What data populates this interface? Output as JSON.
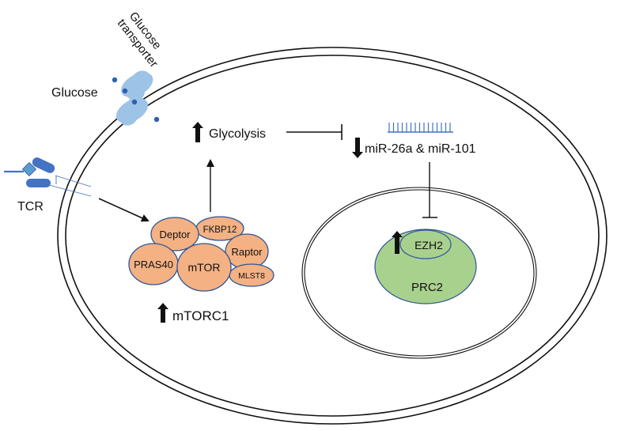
{
  "labels": {
    "glucose_transporter_line1": "Glucose",
    "glucose_transporter_line2": "transporter",
    "glucose": "Glucose",
    "tcr": "TCR",
    "glycolysis": "Glycolysis",
    "mirna": "miR-26a & miR-101",
    "mtorc1": "mTORC1",
    "ezh2": "EZH2",
    "prc2": "PRC2"
  },
  "mtorc1_complex": {
    "deptor": "Deptor",
    "fkbp12": "FKBP12",
    "raptor": "Raptor",
    "pras40": "PRAS40",
    "mtor": "mTOR",
    "mlst8": "MLST8"
  },
  "regulation": {
    "glycolysis": "up",
    "mirna": "down",
    "mtorc1": "up",
    "ezh2": "up"
  },
  "colors": {
    "protein_fill": "#f4b183",
    "protein_stroke": "#2f5597",
    "prc2_fill": "#a9d18e",
    "transporter_fill": "#9dc3e6",
    "glucose_dot": "#2f5fb3",
    "tcr_fill": "#4472c4",
    "mirna_color": "#4472c4"
  }
}
